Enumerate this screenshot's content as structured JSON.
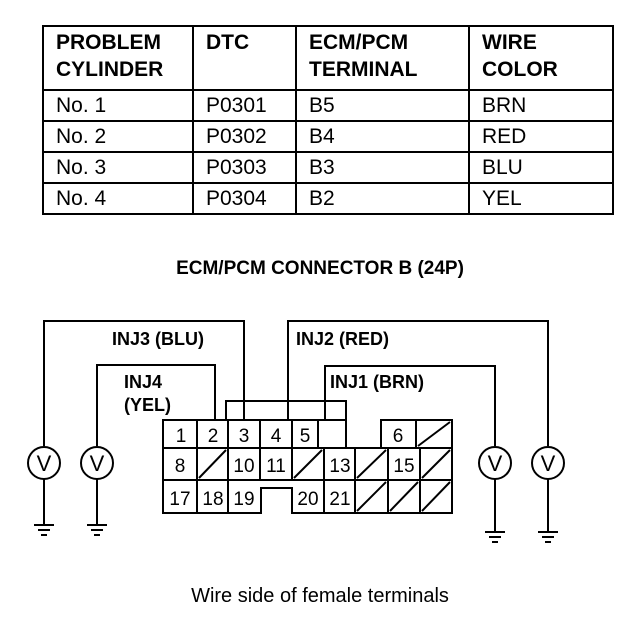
{
  "table": {
    "headers": [
      "PROBLEM CYLINDER",
      "DTC",
      "ECM/PCM TERMINAL",
      "WIRE COLOR"
    ],
    "header_lines": [
      [
        "PROBLEM",
        "CYLINDER"
      ],
      [
        "DTC"
      ],
      [
        "ECM/PCM",
        "TERMINAL"
      ],
      [
        "WIRE",
        "COLOR"
      ]
    ],
    "rows": [
      [
        "No. 1",
        "P0301",
        "B5",
        "BRN"
      ],
      [
        "No. 2",
        "P0302",
        "B4",
        "RED"
      ],
      [
        "No. 3",
        "P0303",
        "B3",
        "BLU"
      ],
      [
        "No. 4",
        "P0304",
        "B2",
        "YEL"
      ]
    ]
  },
  "connector": {
    "title": "ECM/PCM CONNECTOR B (24P)",
    "labels": {
      "inj3": "INJ3 (BLU)",
      "inj2": "INJ2 (RED)",
      "inj4_line1": "INJ4",
      "inj4_line2": "(YEL)",
      "inj1": "INJ1 (BRN)"
    },
    "pins": [
      "1",
      "2",
      "3",
      "4",
      "5",
      "6",
      "8",
      "10",
      "11",
      "13",
      "15",
      "17",
      "18",
      "19",
      "20",
      "21"
    ],
    "symbol": "V"
  },
  "caption": "Wire side of female terminals"
}
